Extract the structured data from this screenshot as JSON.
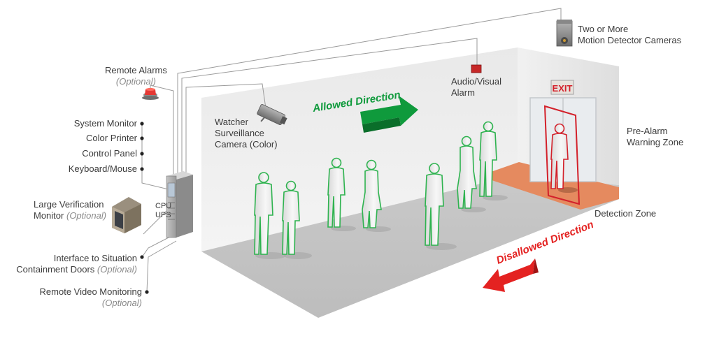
{
  "colors": {
    "allowed": "#0f9a3c",
    "disallowed": "#e42221",
    "zone": "#e58a5f",
    "alarm_zone": "#d3202a"
  },
  "labels": {
    "two_more_line1": "Two or More",
    "two_more_line2": "Motion Detector Cameras",
    "remote_alarms": "Remote Alarms",
    "remote_alarms_opt": "(Optional)",
    "audio_visual_line1": "Audio/Visual",
    "audio_visual_line2": "Alarm",
    "exit_sign": "EXIT",
    "allowed_direction": "Allowed Direction",
    "disallowed_direction": "Disallowed Direction",
    "watcher_line1": "Watcher",
    "watcher_line2": "Surveillance",
    "watcher_line3": "Camera (Color)",
    "system_monitor": "System Monitor",
    "color_printer": "Color Printer",
    "control_panel": "Control Panel",
    "keyboard_mouse": "Keyboard/Mouse",
    "cpu": "CPU",
    "ups": "UPS",
    "large_verif_line1": "Large Verification",
    "large_verif_line2": "Monitor",
    "large_verif_opt": "(Optional)",
    "pre_alarm_line1": "Pre-Alarm",
    "pre_alarm_line2": "Warning Zone",
    "detection_zone": "Detection Zone",
    "interface_line1": "Interface to Situation",
    "interface_line2": "Containment Doors",
    "interface_opt": "(Optional)",
    "remote_video": "Remote Video Monitoring",
    "remote_video_opt": "(Optional)"
  },
  "icons": [
    "motion-detector-camera-icon",
    "alarm-strobe-icon",
    "audio-visual-alarm-icon",
    "surveillance-camera-icon",
    "computer-tower-icon",
    "crt-monitor-icon",
    "person-figure-icon"
  ]
}
